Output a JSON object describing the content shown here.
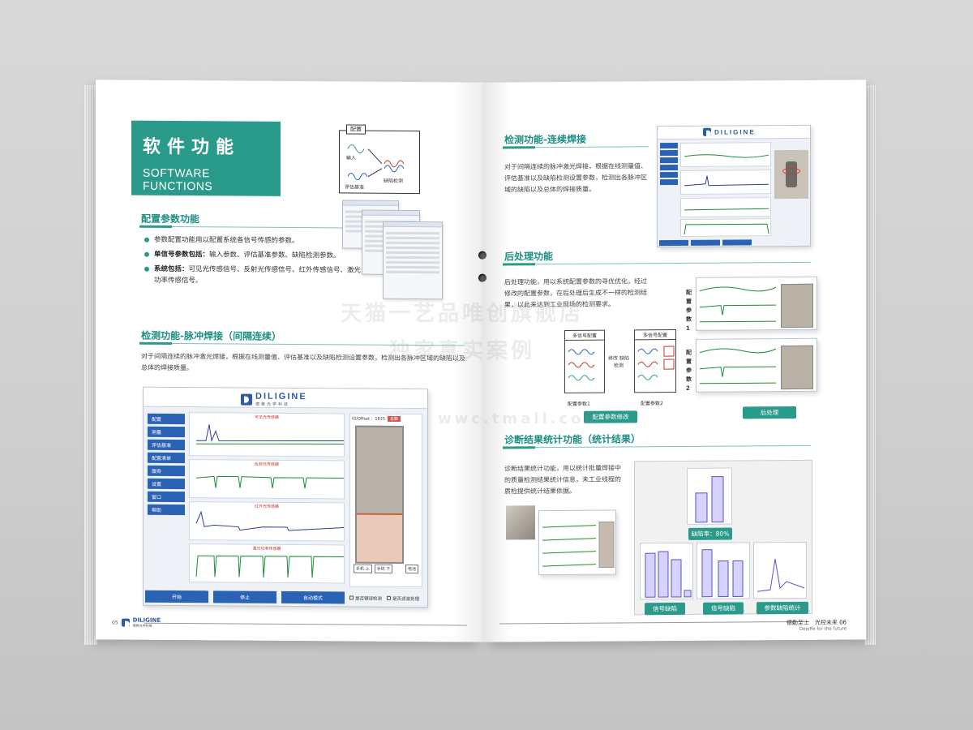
{
  "left": {
    "title_cn": "软件功能",
    "title_en": "SOFTWARE FUNCTIONS",
    "config_diagram": {
      "title": "配置",
      "input": "输入",
      "eval": "评估基准",
      "detect": "缺陷检测"
    },
    "config_section": {
      "heading": "配置参数功能",
      "bullets": [
        {
          "bold": "",
          "text": "参数配置功能用以配置系统各信号传感的参数。"
        },
        {
          "bold": "单信号参数包括：",
          "text": "输入参数、评估基准参数、缺陷检测参数。"
        },
        {
          "bold": "系统包括：",
          "text": "可见光传感信号、反射光传感信号、红外传感信号、激光功率传感信号。"
        }
      ]
    },
    "pulse_section": {
      "heading": "检测功能-脉冲焊接（间隔连续）",
      "text": "对于间隔连续的脉冲激光焊接，根据在线测量值、评估基准以及缺陷检测设置参数，检测出各脉冲区域的缺陷以及总体的焊接质量。"
    },
    "app": {
      "logo": "DILIGINE",
      "logo_sub": "德聚光学科技",
      "menu": [
        "配置",
        "测量",
        "评估基准",
        "配置清单",
        "服务",
        "设置",
        "窗口",
        "帮助"
      ],
      "plots": [
        "可见光传感器",
        "反射光传感器",
        "红外光传感器",
        "激光功率传感器"
      ],
      "side_label": "ID/Offset :",
      "side_value": "1835",
      "side_btn": "总数",
      "hand_buttons": [
        "手机 上",
        "手机 下"
      ],
      "exit_btn": "电池",
      "buttons": [
        "开始",
        "停止",
        "自动模式"
      ],
      "checks": [
        "是否错误检测",
        "是否滤波处理"
      ]
    },
    "footer": {
      "page": "05",
      "brand": "DILIGINE",
      "brand_sub": "德聚光学科技"
    }
  },
  "right": {
    "continuous_section": {
      "heading": "检测功能-连续焊接",
      "text": "对于间隔连续的脉冲激光焊接，根据在线测量值、评估基准以及缺陷检测设置参数，检测出各脉冲区域的缺陷以及总体的焊接质量。"
    },
    "post_section": {
      "heading": "后处理功能",
      "text": "后处理功能，用以系统配置参数的寻优优化，经过修改的配置参数，在后处理后生成不一样的检测结果，以此来达到工业现场的检测要求。",
      "flow": {
        "box1_title": "多信号配置",
        "box2_title": "多信号配置",
        "arrow_label": "修改 缺陷检测",
        "param1": "配置参数1",
        "param2": "配置参数2",
        "side1": "配置参数1",
        "side2": "配置参数2"
      },
      "tag1": "配置参数修改",
      "tag2": "后处理"
    },
    "stats_section": {
      "heading": "诊断结果统计功能（统计结果）",
      "text": "诊断结果统计功能，用以统计批量焊接中的质量检测结果统计信息，未工业线程的质检提供统计结果依据。",
      "defect_rate": "缺陷率：80%",
      "tags": [
        "信号缺陷",
        "信号缺陷",
        "参数缺陷统计"
      ]
    },
    "footer": {
      "slogan": "德勤至上　光控未来",
      "page": "06",
      "en": "Dejoffe for the future"
    }
  },
  "watermark": [
    "天猫一艺品唯创旗舰店",
    "独家真实案例",
    "wwc.tmall.com"
  ]
}
